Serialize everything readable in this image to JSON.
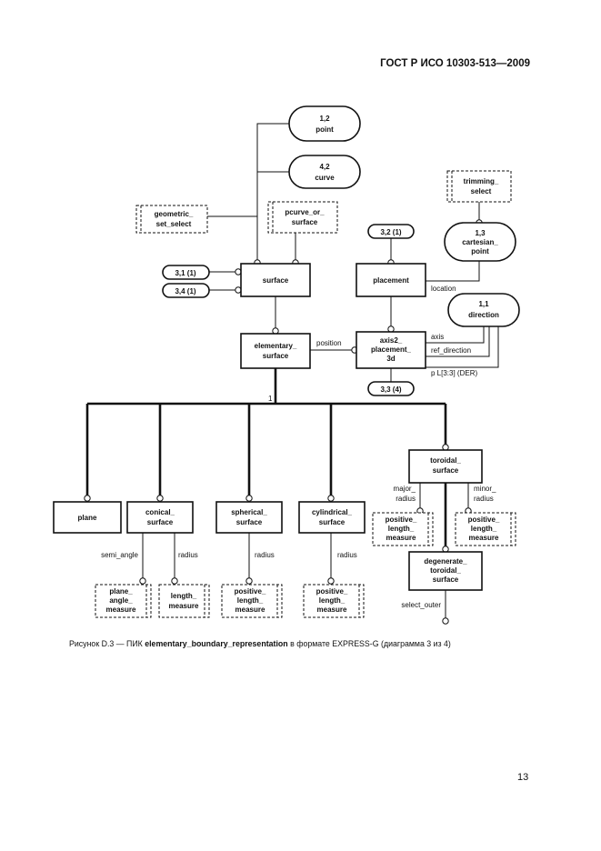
{
  "header": "ГОСТ Р ИСО 10303-513—2009",
  "page_number": "13",
  "caption": {
    "prefix": "Рисунок D.3 — ПИК ",
    "entity": "elementary_boundary_representation",
    "suffix": " в формате EXPRESS-G (диаграмма 3 из 4)"
  },
  "refs": {
    "point": [
      "1,2",
      "point"
    ],
    "curve": [
      "4,2",
      "curve"
    ],
    "cartesian_point": [
      "1,3",
      "cartesian_",
      "point"
    ],
    "direction": [
      "1,1",
      "direction"
    ],
    "ref_3_1": "3,1 (1)",
    "ref_3_4": "3,4 (1)",
    "ref_3_2": "3,2 (1)",
    "ref_3_3": "3,3 (4)"
  },
  "selects": {
    "geometric_set_select": [
      "geometric_",
      "set_select"
    ],
    "pcurve_or_surface": [
      "pcurve_or_",
      "surface"
    ],
    "trimming_select": [
      "trimming_",
      "select"
    ]
  },
  "entities": {
    "surface": "surface",
    "placement": "placement",
    "elementary_surface": [
      "elementary_",
      "surface"
    ],
    "axis2_placement_3d": [
      "axis2_",
      "placement_",
      "3d"
    ],
    "plane": "plane",
    "conical_surface": [
      "conical_",
      "surface"
    ],
    "spherical_surface": [
      "spherical_",
      "surface"
    ],
    "cylindrical_surface": [
      "cylindrical_",
      "surface"
    ],
    "toroidal_surface": [
      "toroidal_",
      "surface"
    ],
    "degenerate_toroidal_surface": [
      "degenerate_",
      "toroidal_",
      "surface"
    ]
  },
  "types": {
    "plane_angle_measure": [
      "plane_",
      "angle_",
      "measure"
    ],
    "length_measure": [
      "length_",
      "measure"
    ],
    "positive_length_measure": [
      "positive_",
      "length_",
      "measure"
    ]
  },
  "attributes": {
    "location": "location",
    "position": "position",
    "axis": "axis",
    "ref_direction": "ref_direction",
    "p": "p L[3:3] (DER)",
    "semi_angle": "semi_angle",
    "radius": "radius",
    "major_radius": [
      "major_",
      "radius"
    ],
    "minor_radius": [
      "minor_",
      "radius"
    ],
    "select_outer": "select_outer",
    "one_of": "1"
  }
}
